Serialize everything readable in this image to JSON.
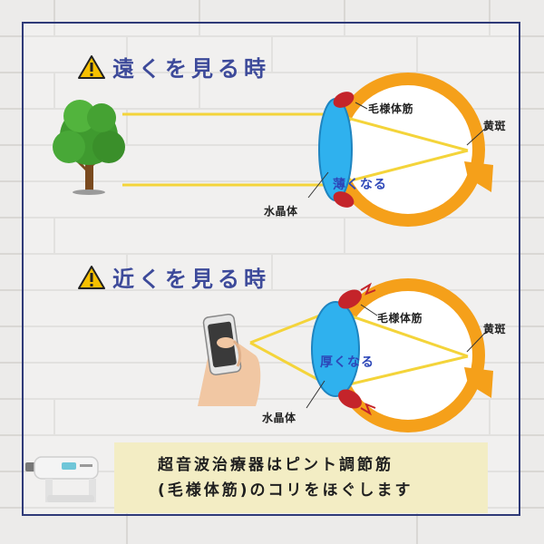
{
  "far_section": {
    "title": "遠くを見る時",
    "ciliary_label": "毛様体筋",
    "macula_label": "黄斑",
    "lens_state_label": "薄くなる",
    "lens_label": "水晶体"
  },
  "near_section": {
    "title": "近くを見る時",
    "ciliary_label": "毛様体筋",
    "macula_label": "黄斑",
    "lens_state_label": "厚くなる",
    "lens_label": "水晶体"
  },
  "info": {
    "line1": "超音波治療器はピント調節筋",
    "line2": "(毛様体筋)のコリをほぐします"
  },
  "colors": {
    "heading": "#3d4a9a",
    "eye_orange": "#f5a01a",
    "lens_blue": "#2fb1ee",
    "ray_yellow": "#f4d43a",
    "muscle_red": "#c4242a",
    "info_bg": "#f3edc4"
  }
}
